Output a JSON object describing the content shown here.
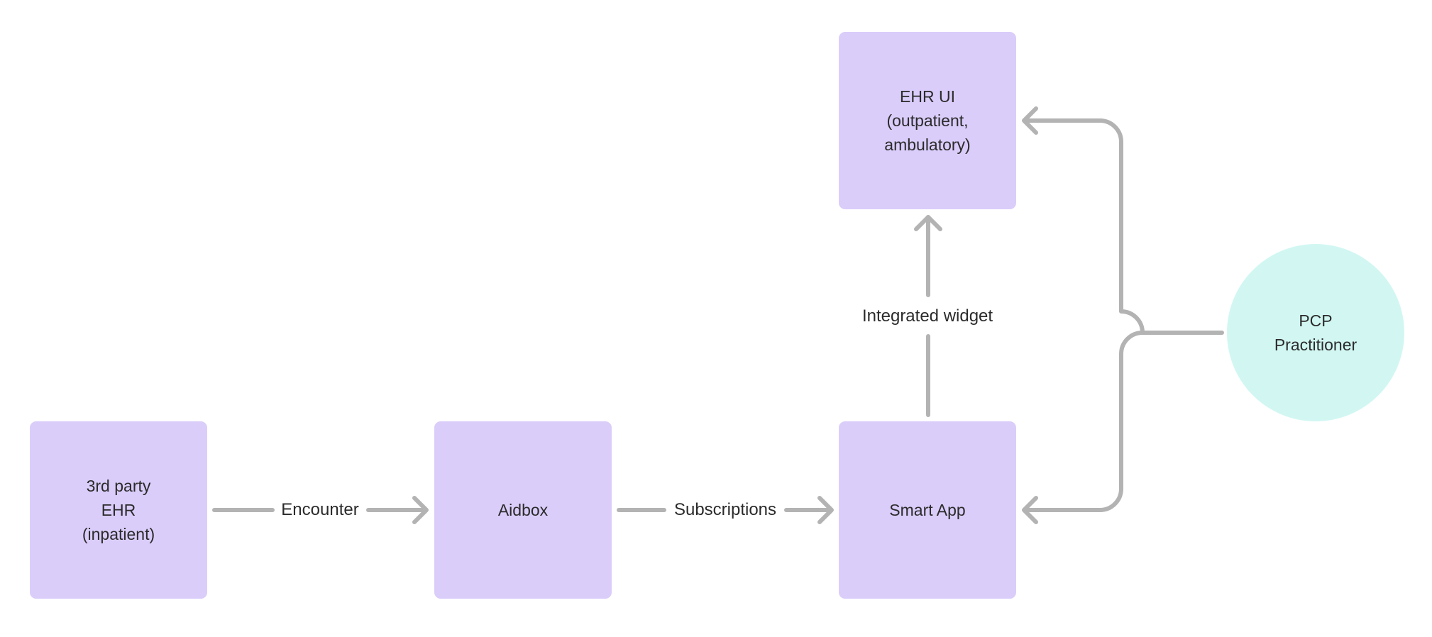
{
  "colors": {
    "box_fill": "#dacdfa",
    "circle_fill": "#d2f7f3",
    "connector": "#b3b3b3",
    "text": "#2b2b2b"
  },
  "nodes": {
    "third_party_ehr": {
      "label": "3rd party\nEHR\n(inpatient)"
    },
    "aidbox": {
      "label": "Aidbox"
    },
    "smart_app": {
      "label": "Smart App"
    },
    "ehr_ui": {
      "label": "EHR UI\n(outpatient,\nambulatory)"
    },
    "pcp": {
      "label": "PCP\nPractitioner"
    }
  },
  "edges": {
    "encounter": {
      "label": "Encounter"
    },
    "subscriptions": {
      "label": "Subscriptions"
    },
    "integrated_widget": {
      "label": "Integrated widget"
    }
  }
}
